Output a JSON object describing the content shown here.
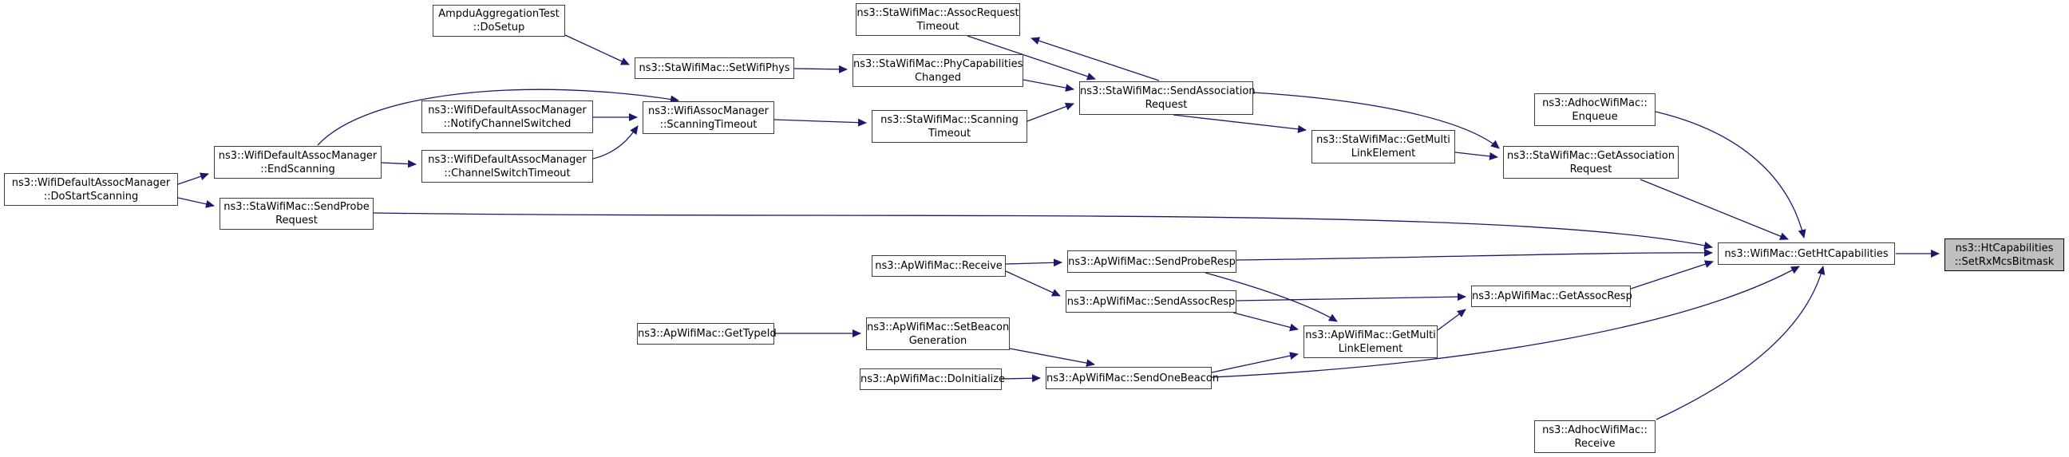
{
  "colors": {
    "edge": "#191970",
    "node_border": "#3d3d3d",
    "node_fill": "#ffffff",
    "current_node_fill": "#bfbfbf",
    "text": "#000000"
  },
  "nodes": {
    "do_setup": {
      "line1": "AmpduAggregationTest",
      "line2": "::DoSetup"
    },
    "set_wifi_phys": {
      "line1": "ns3::StaWifiMac::SetWifiPhys"
    },
    "assoc_request_timeout": {
      "line1": "ns3::StaWifiMac::AssocRequest",
      "line2": "Timeout"
    },
    "phy_capabilities_changed": {
      "line1": "ns3::StaWifiMac::PhyCapabilities",
      "line2": "Changed"
    },
    "notify_channel_switched": {
      "line1": "ns3::WifiDefaultAssocManager",
      "line2": "::NotifyChannelSwitched"
    },
    "scanning_timeout": {
      "line1": "ns3::WifiAssocManager",
      "line2": "::ScanningTimeout"
    },
    "sta_scanning_timeout": {
      "line1": "ns3::StaWifiMac::Scanning",
      "line2": "Timeout"
    },
    "send_association_request": {
      "line1": "ns3::StaWifiMac::SendAssociation",
      "line2": "Request"
    },
    "end_scanning": {
      "line1": "ns3::WifiDefaultAssocManager",
      "line2": "::EndScanning"
    },
    "channel_switch_timeout": {
      "line1": "ns3::WifiDefaultAssocManager",
      "line2": "::ChannelSwitchTimeout"
    },
    "do_start_scanning": {
      "line1": "ns3::WifiDefaultAssocManager",
      "line2": "::DoStartScanning"
    },
    "send_probe_request": {
      "line1": "ns3::StaWifiMac::SendProbe",
      "line2": "Request"
    },
    "sta_get_multi_link": {
      "line1": "ns3::StaWifiMac::GetMulti",
      "line2": "LinkElement"
    },
    "adhoc_enqueue": {
      "line1": "ns3::AdhocWifiMac::",
      "line2": "Enqueue"
    },
    "sta_get_association_request": {
      "line1": "ns3::StaWifiMac::GetAssociation",
      "line2": "Request"
    },
    "get_ht_capabilities": {
      "line1": "ns3::WifiMac::GetHtCapabilities"
    },
    "set_rx_mcs_bitmask": {
      "line1": "ns3::HtCapabilities",
      "line2": "::SetRxMcsBitmask"
    },
    "ap_receive": {
      "line1": "ns3::ApWifiMac::Receive"
    },
    "send_probe_resp": {
      "line1": "ns3::ApWifiMac::SendProbeResp"
    },
    "send_assoc_resp": {
      "line1": "ns3::ApWifiMac::SendAssocResp"
    },
    "set_beacon_generation": {
      "line1": "ns3::ApWifiMac::SetBeacon",
      "line2": "Generation"
    },
    "get_type_id": {
      "line1": "ns3::ApWifiMac::GetTypeId"
    },
    "do_initialize": {
      "line1": "ns3::ApWifiMac::DoInitialize"
    },
    "send_one_beacon": {
      "line1": "ns3::ApWifiMac::SendOneBeacon"
    },
    "ap_get_multi_link": {
      "line1": "ns3::ApWifiMac::GetMulti",
      "line2": "LinkElement"
    },
    "get_assoc_resp": {
      "line1": "ns3::ApWifiMac::GetAssocResp"
    },
    "adhoc_receive": {
      "line1": "ns3::AdhocWifiMac::",
      "line2": "Receive"
    }
  }
}
